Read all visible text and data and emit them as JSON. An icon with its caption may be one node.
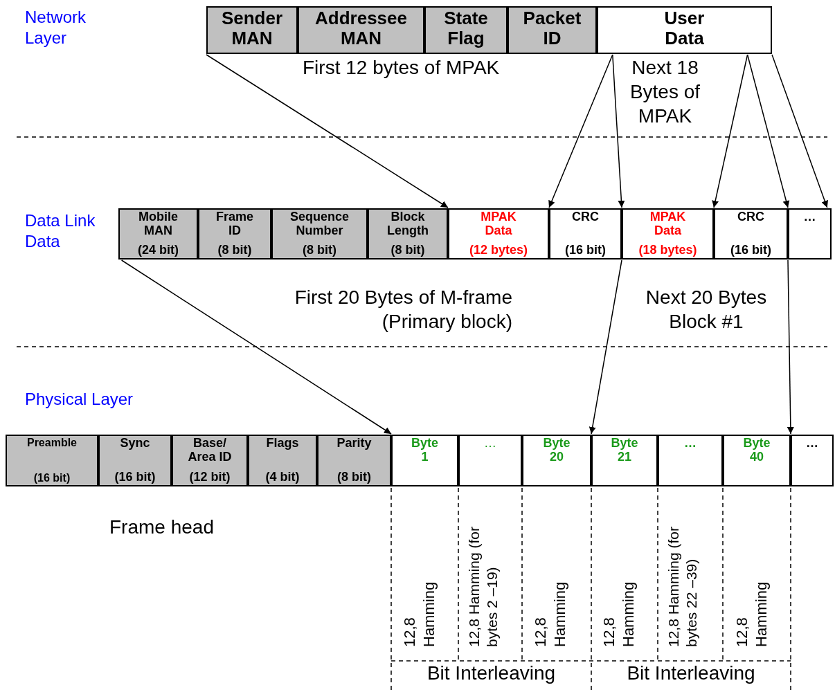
{
  "diagram": {
    "nodes": [
      {
        "text": [
          "Sender MAN"
        ]
      },
      {
        "text": [
          "Addressee MAN"
        ]
      },
      {
        "text": [
          "State Flag"
        ]
      },
      {
        "text": [
          "Packet ID"
        ]
      },
      {
        "text": [
          "User Data"
        ]
      },
      {
        "text": [
          "Mobile MAN",
          "(24 bit)"
        ]
      },
      {
        "text": [
          "Frame ID",
          "(8 bit)"
        ]
      },
      {
        "text": [
          "Sequence Number",
          "(8 bit)"
        ]
      },
      {
        "text": [
          "Block Length",
          "(8 bit)"
        ]
      },
      {
        "text": [
          "MPAK Data",
          "(12 bytes)"
        ]
      },
      {
        "text": [
          "CRC",
          "(16 bit)"
        ]
      },
      {
        "text": [
          "MPAK Data",
          "(18 bytes)"
        ]
      },
      {
        "text": [
          "CRC",
          "(16 bit)"
        ]
      },
      {
        "text": [
          "…"
        ]
      },
      {
        "text": [
          "Preamble",
          "(16 bit)"
        ]
      },
      {
        "text": [
          "Sync",
          "(16 bit)"
        ]
      },
      {
        "text": [
          "Base/ Area ID",
          "(12 bit)"
        ]
      },
      {
        "text": [
          "Flags",
          "(4 bit)"
        ]
      },
      {
        "text": [
          "Parity",
          "(8 bit)"
        ]
      },
      {
        "text": [
          "Byte 1"
        ]
      },
      {
        "text": [
          "…"
        ]
      },
      {
        "text": [
          "Byte 20"
        ]
      },
      {
        "text": [
          "Byte 21"
        ]
      },
      {
        "text": [
          "…"
        ]
      },
      {
        "text": [
          "Byte 40"
        ]
      },
      {
        "text": [
          "…"
        ]
      }
    ],
    "edges": [
      {
        "from": 0,
        "to": 9,
        "arrow": "to"
      },
      {
        "from": 4,
        "to": 10,
        "arrow": "to"
      },
      {
        "from": 4,
        "to": 11,
        "arrow": "to"
      },
      {
        "from": 4,
        "to": 11,
        "arrow": "to"
      },
      {
        "from": 4,
        "to": 12,
        "arrow": "to"
      },
      {
        "from": 4,
        "to": 13,
        "arrow": "to"
      },
      {
        "from": 5,
        "to": 19,
        "arrow": "to"
      },
      {
        "from": 11,
        "to": 22,
        "arrow": "to"
      },
      {
        "from": 12,
        "to": 24,
        "arrow": "to"
      }
    ],
    "labels": [
      "Network Layer",
      "First 12 bytes of MPAK",
      "Next 18 Bytes of MPAK",
      "Data Link Data",
      "First 20 Bytes of M-frame (Primary block)",
      "Next 20 Bytes Block #1",
      "Physical Layer",
      "Frame head",
      "12,8 Hamming",
      "12,8 Hamming (for bytes 2 –19)",
      "12,8 Hamming",
      "12,8 Hamming",
      "12,8 Hamming (for bytes 22 –39)",
      "12,8 Hamming",
      "Bit Interleaving",
      "Bit Interleaving"
    ]
  }
}
